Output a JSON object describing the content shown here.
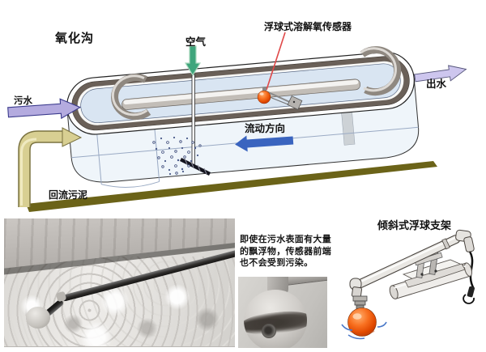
{
  "diagram": {
    "title": "氧化沟",
    "labels": {
      "air": "空气",
      "sensor": "浮球式溶解氧传感器",
      "inflow": "污水",
      "outflow": "出水",
      "flow_direction": "流动方向",
      "return_sludge": "回流污泥"
    },
    "colors": {
      "water": "#d9e5f2",
      "rim_dark": "#6a6058",
      "baffle_gray": "#8f8880",
      "inflow_arrow": "#b4abdf",
      "outflow_arrow": "#cdc6ee",
      "air_arrow": "#3fa57c",
      "flow_arrow": "#3a64bf",
      "sludge_arrow": "#d8cf92",
      "sludge_band": "#6b6318",
      "sensor_ball": "#f06018",
      "pointer_line": "#e04848"
    }
  },
  "bottom": {
    "caption": {
      "line1": "即使在污水表面有大量",
      "line2": "的飘浮物，传感器前端",
      "line3": "也不会受到污染。"
    },
    "bracket_label": "倾斜式浮球支架"
  }
}
